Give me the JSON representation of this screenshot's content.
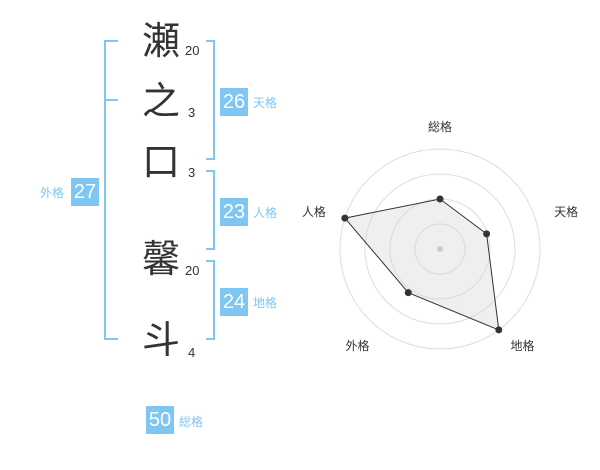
{
  "name": {
    "chars": [
      {
        "char": "瀬",
        "strokes": "20"
      },
      {
        "char": "之",
        "strokes": "3"
      },
      {
        "char": "口",
        "strokes": "3"
      },
      {
        "char": "馨",
        "strokes": "20"
      },
      {
        "char": "斗",
        "strokes": "4"
      }
    ]
  },
  "fortunes": {
    "tenkaku": {
      "value": "26",
      "label": "天格"
    },
    "jinkaku": {
      "value": "23",
      "label": "人格"
    },
    "chikaku": {
      "value": "24",
      "label": "地格"
    },
    "gaikaku": {
      "value": "27",
      "label": "外格"
    },
    "soukaku": {
      "value": "50",
      "label": "総格"
    }
  },
  "colors": {
    "accent": "#7fc6f2",
    "text": "#333333"
  },
  "chart_data": {
    "type": "radar",
    "axes": [
      "総格",
      "天格",
      "地格",
      "外格",
      "人格"
    ],
    "values": [
      0.5,
      0.49,
      1.0,
      0.54,
      1.0
    ],
    "max": 1.0,
    "rings": 4
  }
}
